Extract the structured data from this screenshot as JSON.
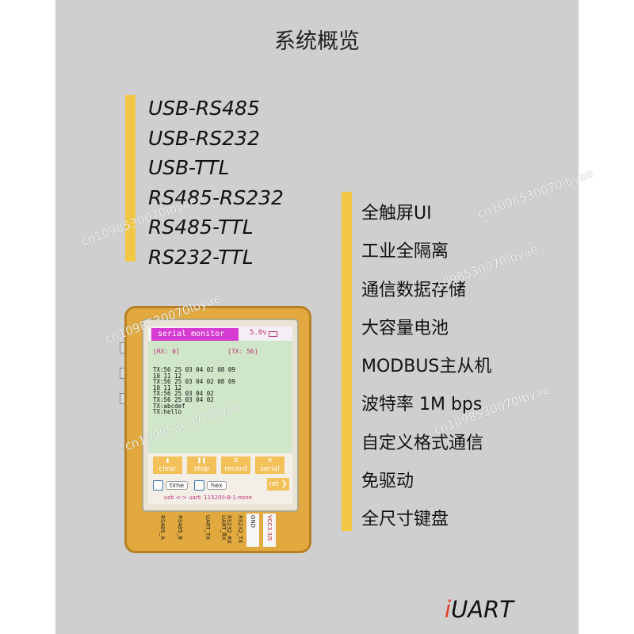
{
  "header": {
    "title": "系统概览"
  },
  "left_list": {
    "items": [
      "USB-RS485",
      "USB-RS232",
      "USB-TTL",
      "RS485-RS232",
      "RS485-TTL",
      "RS232-TTL"
    ]
  },
  "right_list": {
    "items": [
      "全触屏UI",
      "工业全隔离",
      "通信数据存储",
      "大容量电池",
      "MODBUS主从机",
      "波特率 1M bps",
      "自定义格式通信",
      "免驱动",
      "全尺寸键盘"
    ]
  },
  "device": {
    "screen": {
      "title": "serial monitor",
      "voltage": "5.0v",
      "rx_count": "[RX: 0]",
      "tx_count": "[TX: 56]",
      "log_lines": [
        "TX:56 25 03 04 02 08 09",
        "10 11 12",
        "TX:56 25 03 04 02 08 09",
        "10 11 12",
        "TX:56 25 03 04 02",
        "TX:56 25 03 04 02",
        "TX:abcdef",
        "TX:hello"
      ],
      "buttons": [
        {
          "icon": "trash-icon",
          "label": "clear"
        },
        {
          "icon": "pause-icon",
          "label": "stop"
        },
        {
          "icon": "record-icon",
          "label": "record"
        },
        {
          "icon": "gear-icon",
          "label": "serial"
        }
      ],
      "time_label": "time",
      "hex_label": "hex",
      "ret_label": "ret",
      "status": "usb <-> uart: 115200-8-1-none"
    },
    "pins": [
      "RS485_A",
      "RS485_B",
      "UART_TX",
      "UART_RX",
      "RS232_RX",
      "RS232_TX",
      "GND",
      "VCC3.3/5"
    ]
  },
  "brand": {
    "prefix": "i",
    "name": "UART"
  },
  "watermark": {
    "text": "cn1098530070lbyae"
  },
  "colors": {
    "accent_bar": "#f2c744",
    "panel_bg": "#cfcfcf",
    "device_body": "#e1a93e",
    "screen_title_bg": "#d63bd2",
    "brand_i": "#e53b2a"
  }
}
